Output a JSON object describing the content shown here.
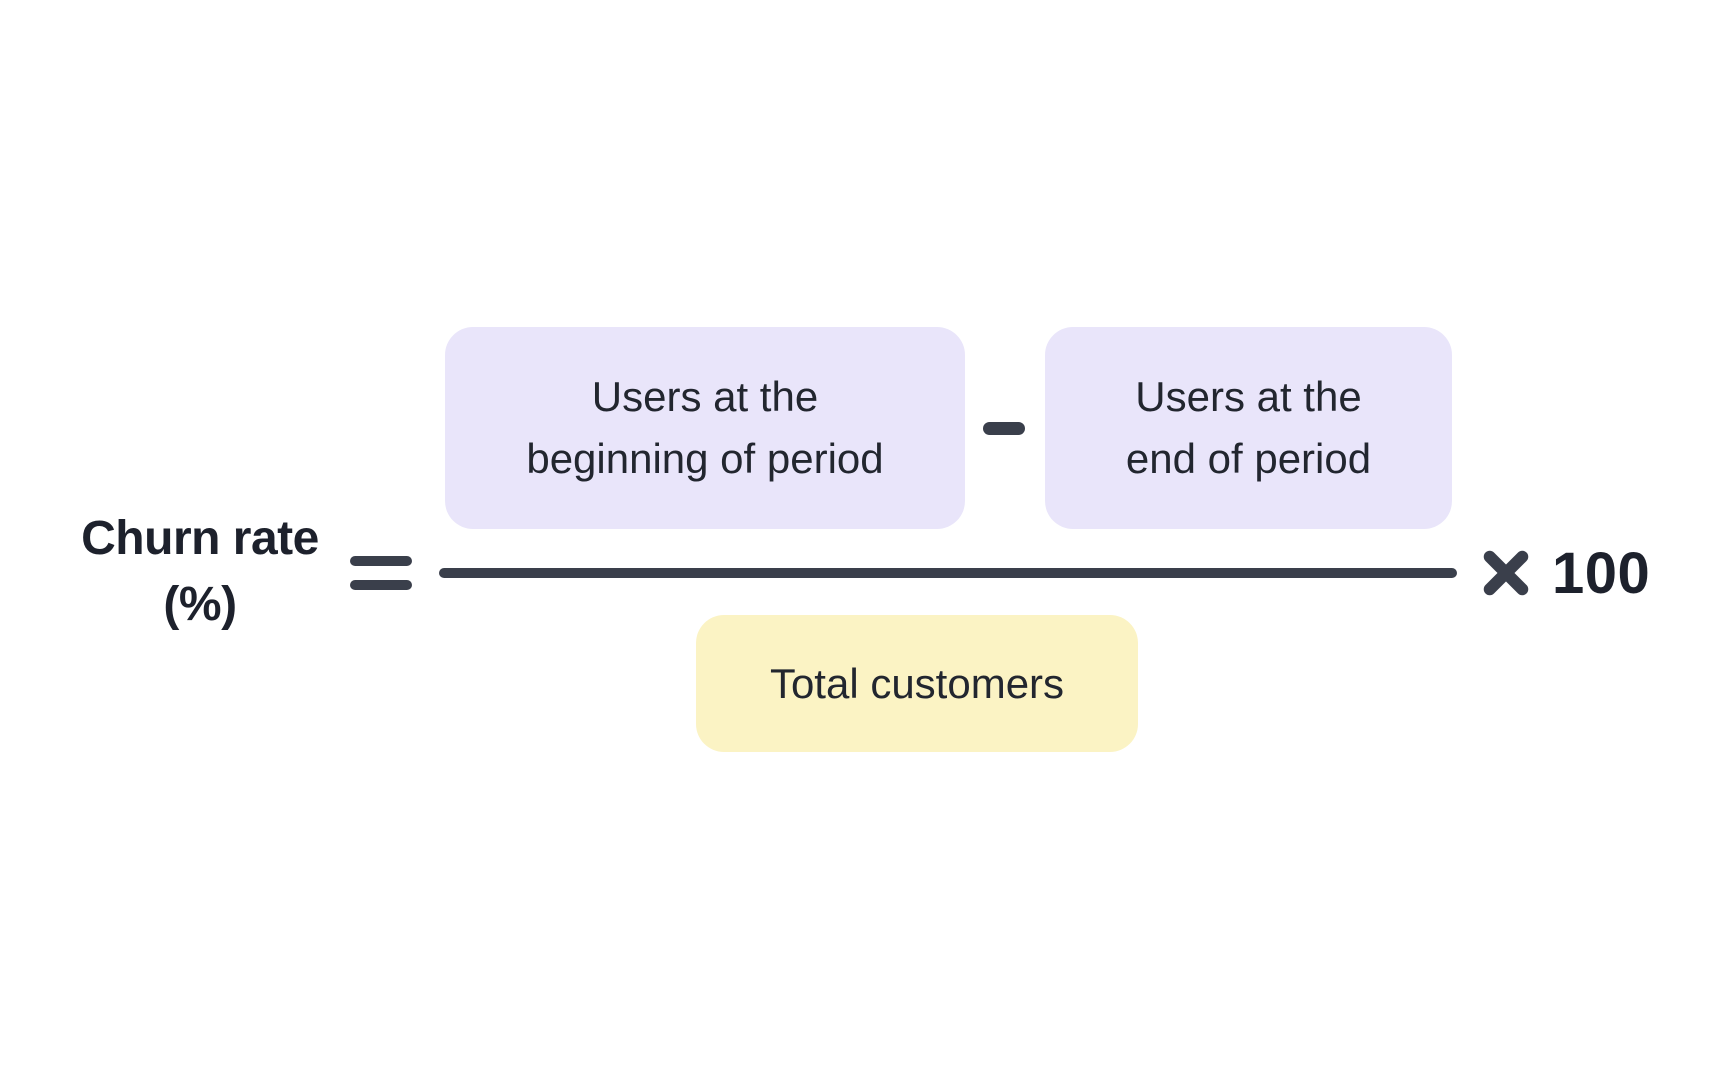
{
  "formula": {
    "label": {
      "line1": "Churn rate",
      "line2": "(%)"
    },
    "equals_symbol": "=",
    "numerator": {
      "minuend": {
        "line1": "Users at the",
        "line2": "beginning of period"
      },
      "minus_symbol": "−",
      "subtrahend": {
        "line1": "Users at the",
        "line2": "end of period"
      }
    },
    "denominator": {
      "label": "Total customers"
    },
    "multiply_symbol": "×",
    "multiplier": "100"
  },
  "colors": {
    "background": "#FFFFFF",
    "ink_symbol": "#3A3F4B",
    "ink_text": "#22262F",
    "ink_heading": "#1D212C",
    "numerator_box_bg": "#E9E5FA",
    "denominator_box_bg": "#FBF3C4"
  }
}
